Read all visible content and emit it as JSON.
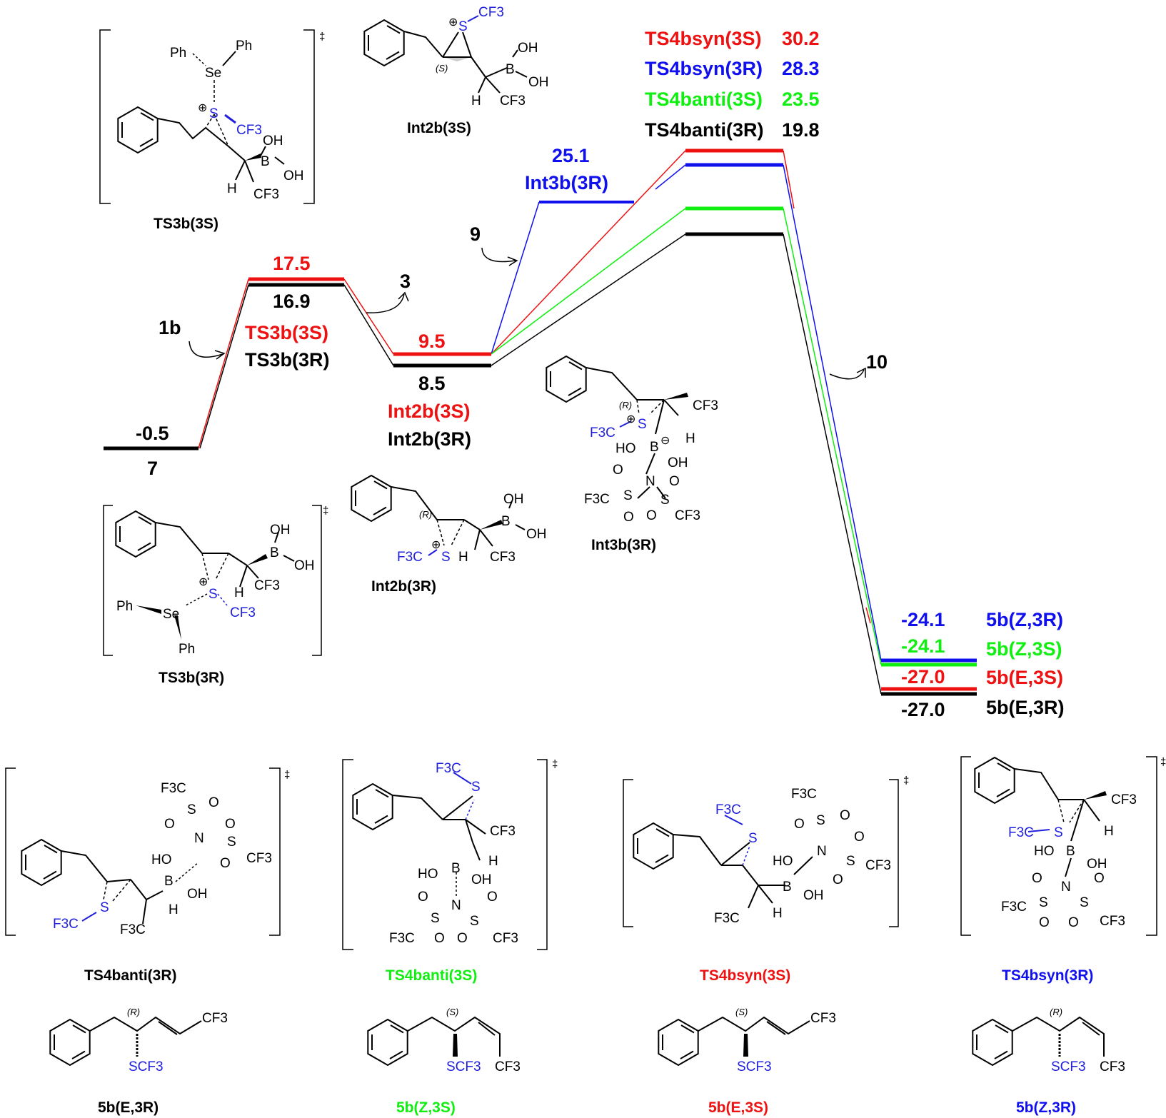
{
  "colors": {
    "red": "#ee1111",
    "blue": "#1010ee",
    "green": "#11ee11",
    "black": "#000000",
    "struct_blue": "#2020dd"
  },
  "energies": {
    "e7": "-0.5",
    "ts3_red": "17.5",
    "ts3_black": "16.9",
    "int2_red": "9.5",
    "int2_black": "8.5",
    "int3": "25.1",
    "p_blue": "-24.1",
    "p_green": "-24.1",
    "p_red": "-27.0",
    "p_black": "-27.0"
  },
  "ts4_energies": {
    "syn_3S": "30.2",
    "syn_3R": "28.3",
    "anti_3S": "23.5",
    "anti_3R": "19.8"
  },
  "species": {
    "s7": "7",
    "s1b": "1b",
    "s3": "3",
    "s9": "9",
    "s10": "10",
    "ts3_3S": "TS3b(3S)",
    "ts3_3R": "TS3b(3R)",
    "int2_3S": "Int2b(3S)",
    "int2_3R": "Int2b(3R)",
    "int3_3R": "Int3b(3R)",
    "ts4_syn_3S": "TS4bsyn(3S)",
    "ts4_syn_3R": "TS4bsyn(3R)",
    "ts4_anti_3S": "TS4banti(3S)",
    "ts4_anti_3R": "TS4banti(3R)",
    "p_Z3R": "5b(Z,3R)",
    "p_Z3S": "5b(Z,3S)",
    "p_E3S": "5b(E,3S)",
    "p_E3R": "5b(E,3R)"
  },
  "structure_captions": {
    "ts3_3S": "TS3b(3S)",
    "int2_3S": "Int2b(3S)",
    "ts3_3R": "TS3b(3R)",
    "int2_3R": "Int2b(3R)",
    "int3_3R": "Int3b(3R)",
    "ts4_anti_3R": "TS4banti(3R)",
    "ts4_anti_3S": "TS4banti(3S)",
    "ts4_syn_3S": "TS4bsyn(3S)",
    "ts4_syn_3R": "TS4bsyn(3R)",
    "p_E3R": "5b(E,3R)",
    "p_Z3S": "5b(Z,3S)",
    "p_E3S": "5b(E,3S)",
    "p_Z3R": "5b(Z,3R)"
  },
  "atom_labels": {
    "ph": "Ph",
    "se": "Se",
    "s": "S",
    "cf3": "CF3",
    "f3c": "F3C",
    "b": "B",
    "oh": "OH",
    "ho": "HO",
    "h": "H",
    "n": "N",
    "o": "O",
    "scf3": "SCF3",
    "stereo_s": "(S)",
    "stereo_r": "(R)",
    "plus": "⊕",
    "minus": "⊖",
    "ddagger": "‡"
  }
}
